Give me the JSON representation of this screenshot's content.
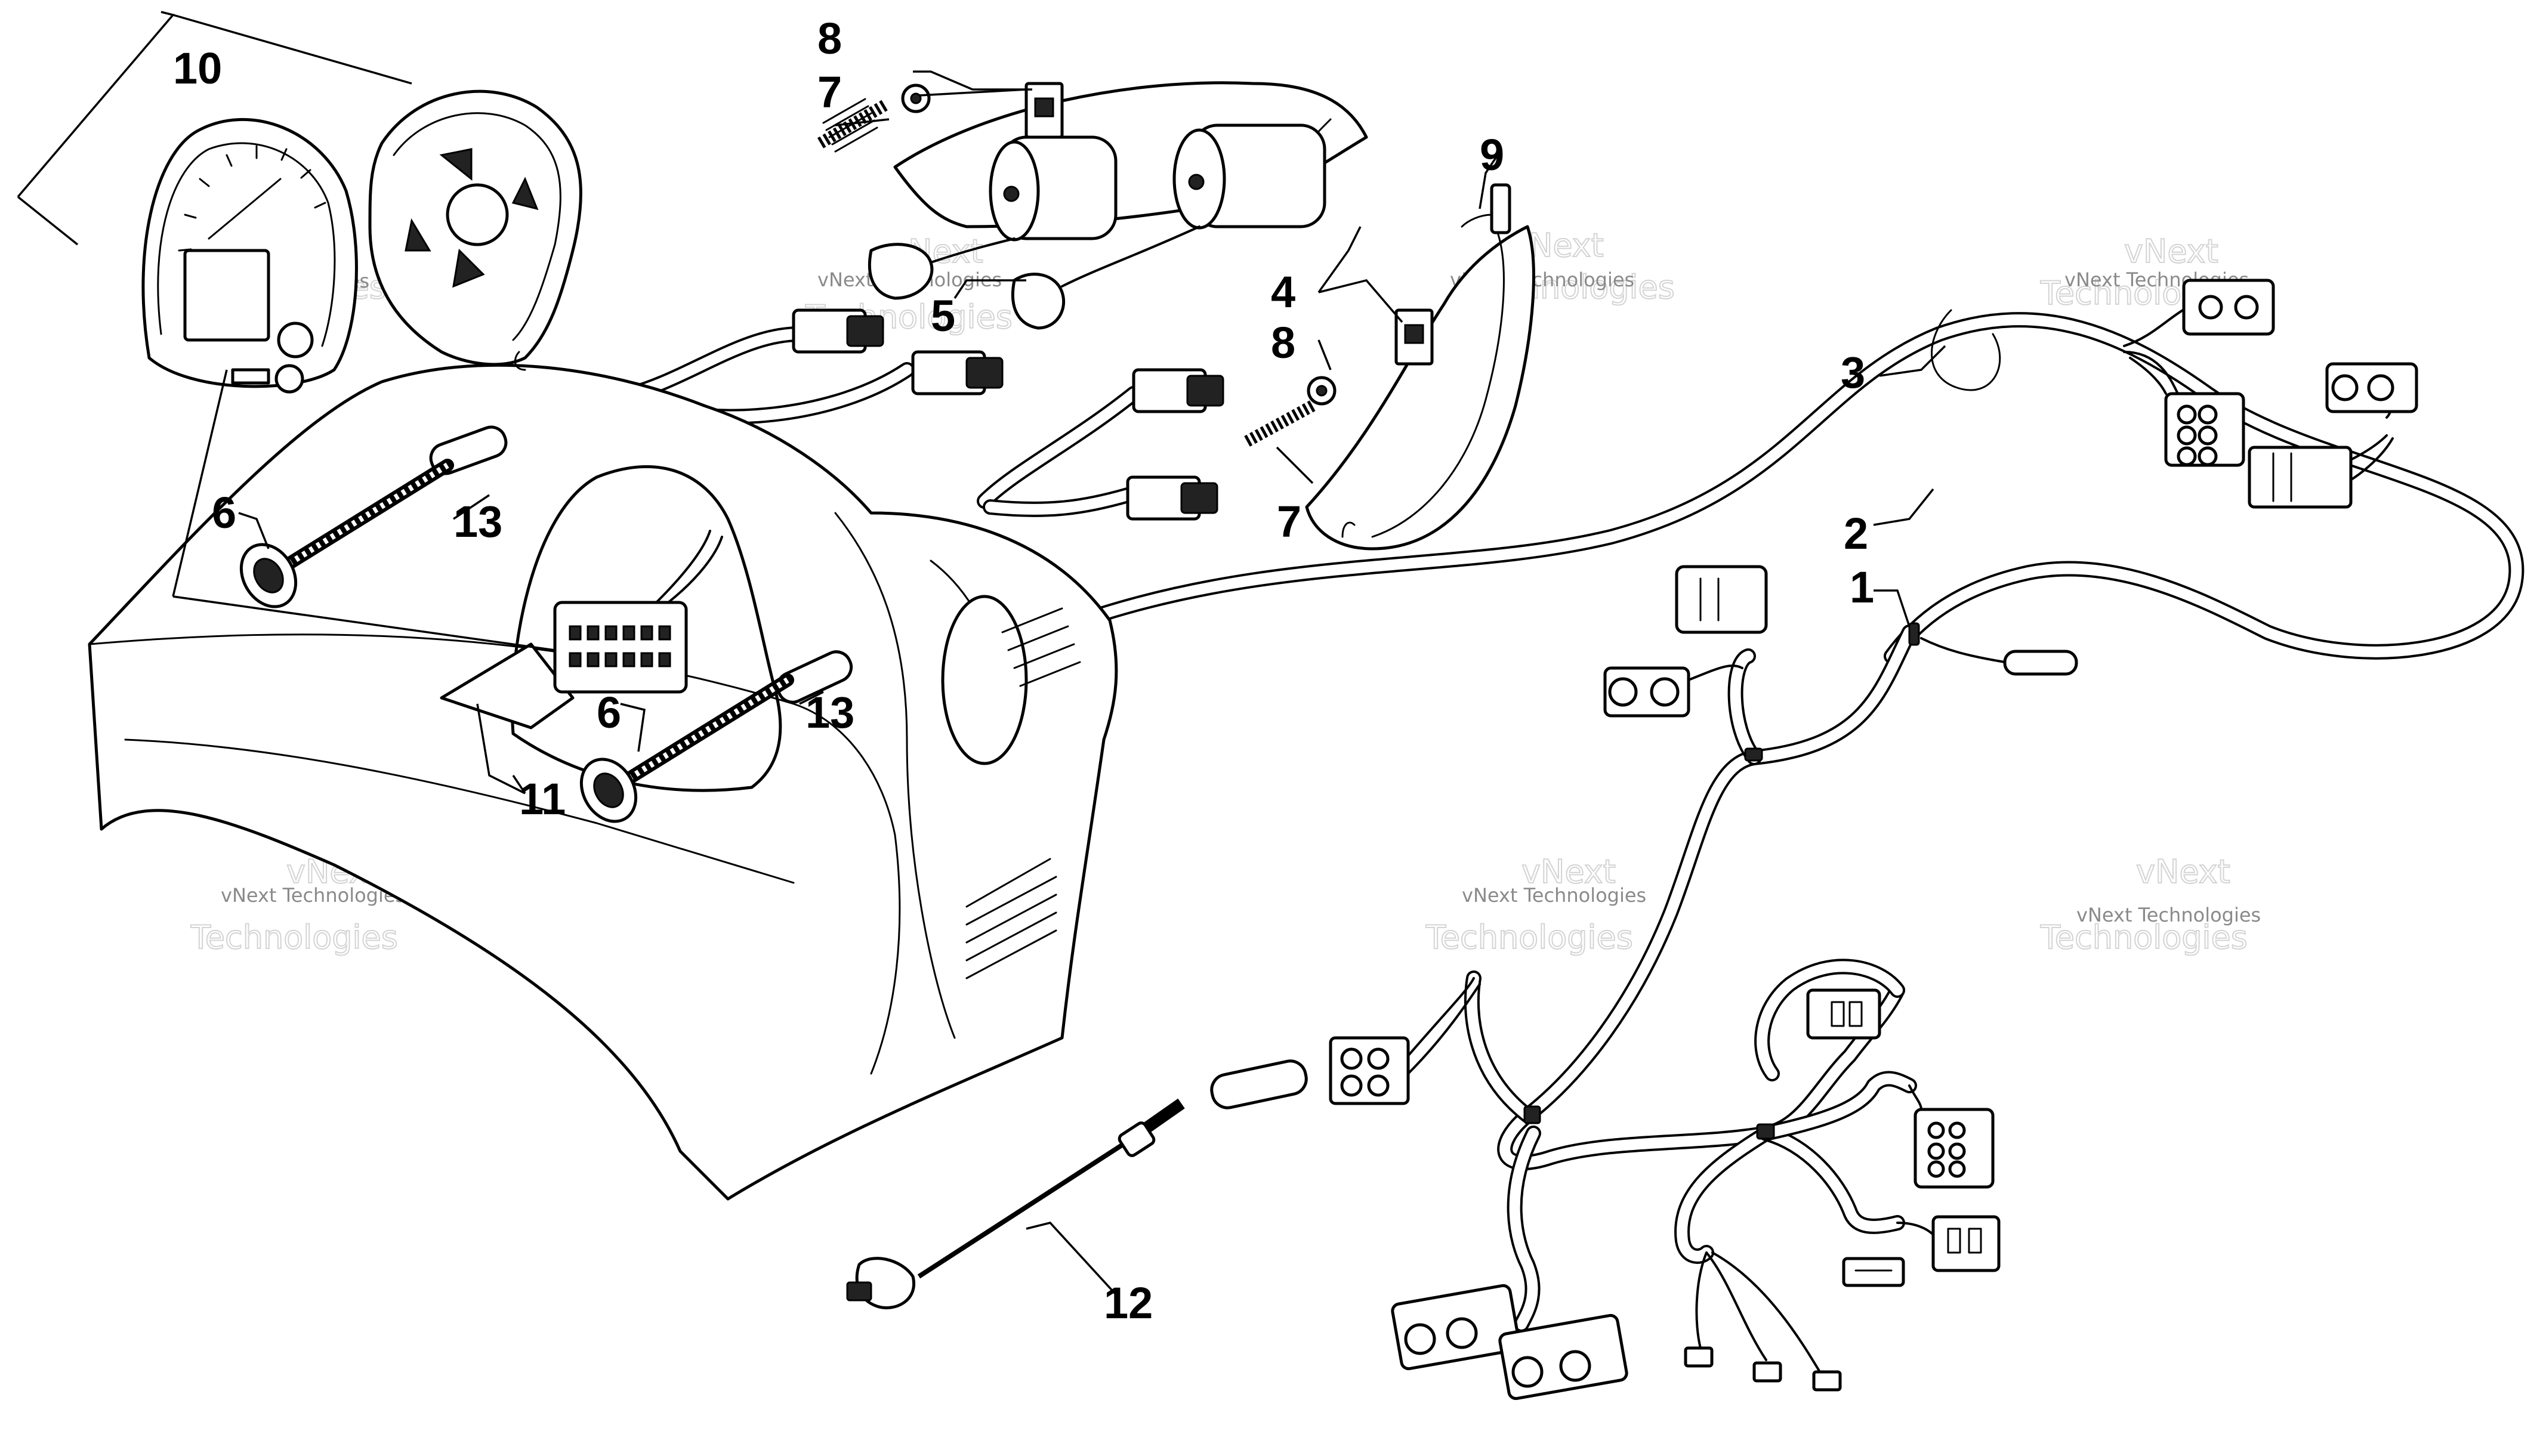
{
  "callouts": [
    {
      "id": "c1",
      "text": "1"
    },
    {
      "id": "c2",
      "text": "2"
    },
    {
      "id": "c3",
      "text": "3"
    },
    {
      "id": "c4",
      "text": "4"
    },
    {
      "id": "c5",
      "text": "5"
    },
    {
      "id": "c6a",
      "text": "6"
    },
    {
      "id": "c6b",
      "text": "6"
    },
    {
      "id": "c7a",
      "text": "7"
    },
    {
      "id": "c7b",
      "text": "7"
    },
    {
      "id": "c8a",
      "text": "8"
    },
    {
      "id": "c8b",
      "text": "8"
    },
    {
      "id": "c9",
      "text": "9"
    },
    {
      "id": "c10",
      "text": "10"
    },
    {
      "id": "c11",
      "text": "11"
    },
    {
      "id": "c12",
      "text": "12"
    },
    {
      "id": "c13a",
      "text": "13"
    },
    {
      "id": "c13b",
      "text": "13"
    }
  ],
  "watermark": {
    "small": "vNext Technologies",
    "large_top": "vNext",
    "large_bottom": "Technologies"
  },
  "colors": {
    "line": "#000000",
    "background": "#ffffff",
    "watermark_text": "#8a8a8a",
    "watermark_outline": "#d4d4d4"
  }
}
